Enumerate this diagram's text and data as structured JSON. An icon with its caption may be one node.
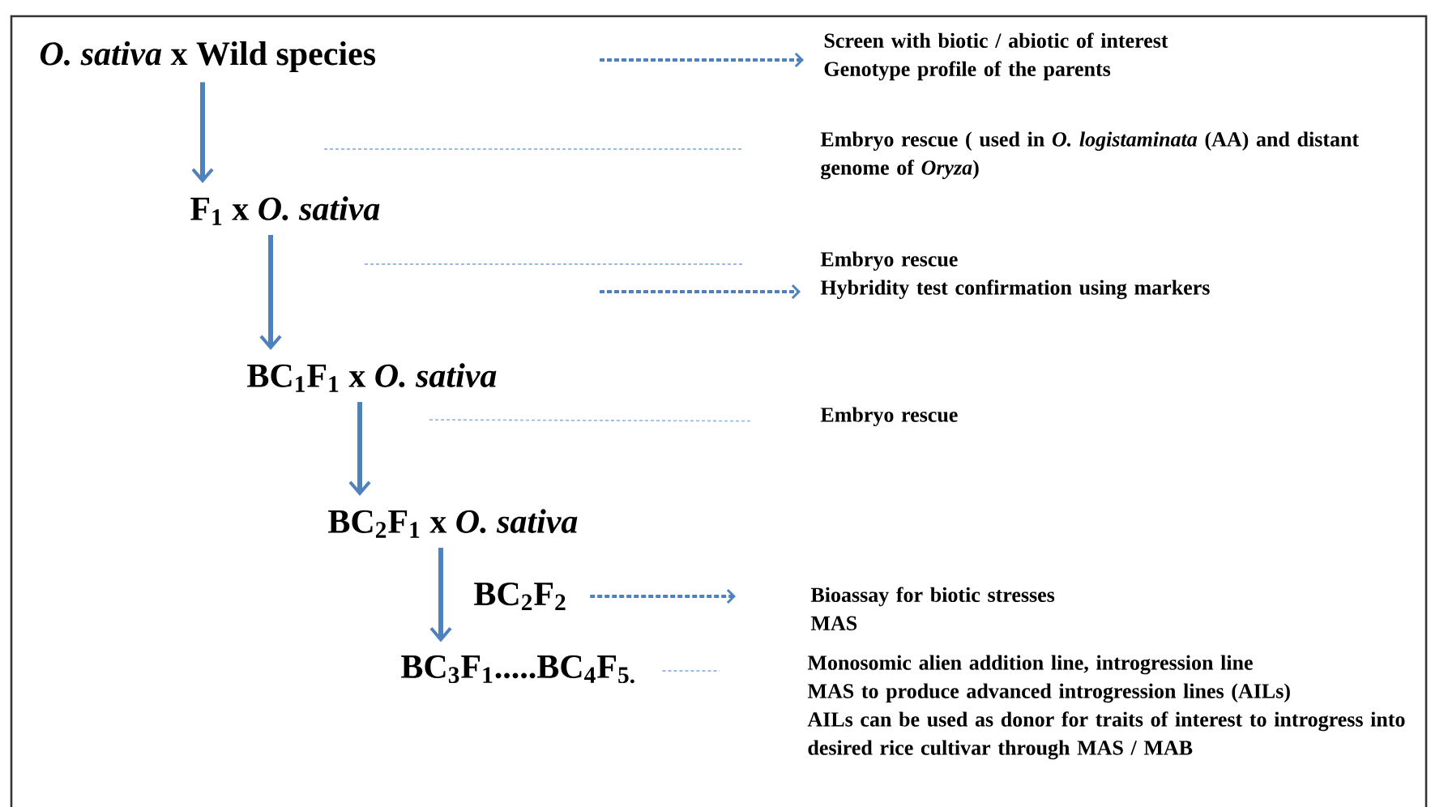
{
  "diagram": {
    "nodes": [
      {
        "text": [
          "*O. sativa* x Wild species"
        ]
      },
      {
        "text": [
          "F$_{1}$ x *O. sativa*"
        ]
      },
      {
        "text": [
          "BC$_{1}$F$_{1}$ x *O. sativa*"
        ]
      },
      {
        "text": [
          "BC$_{2}$F$_{1}$ x *O. sativa*"
        ]
      },
      {
        "text": [
          "BC$_{2}$F$_{2}$"
        ]
      },
      {
        "text": [
          "BC$_{3}$F$_{1}$.....BC$_{4}$F$_{5.}$"
        ]
      },
      {
        "text": [
          "Screen with biotic / abiotic of interest",
          "Genotype profile of the parents"
        ]
      },
      {
        "text": [
          "Embryo rescue ( used in *O. logistaminata* (AA) and distant genome of *Oryza*)"
        ]
      },
      {
        "text": [
          "Embryo rescue",
          "Hybridity test confirmation using markers"
        ]
      },
      {
        "text": [
          "Embryo rescue"
        ]
      },
      {
        "text": [
          "Bioassay for biotic stresses",
          "MAS"
        ]
      },
      {
        "text": [
          "Monosomic alien addition line, introgression line",
          "MAS to produce advanced introgression lines (AILs)",
          "AILs can be used as donor for traits of interest to introgress into desired rice cultivar through MAS / MAB"
        ]
      }
    ],
    "edges": [
      {
        "from": 0,
        "to": 1,
        "arrow": "to"
      },
      {
        "from": 1,
        "to": 2,
        "arrow": "to"
      },
      {
        "from": 2,
        "to": 3,
        "arrow": "to"
      },
      {
        "from": 3,
        "to": 5,
        "arrow": "to"
      },
      {
        "from": null,
        "to": 6,
        "arrow": "to",
        "style": "dashed"
      },
      {
        "from": null,
        "to": 7,
        "arrow": "none",
        "style": "dashed",
        "color": "#9dbbe0"
      },
      {
        "from": null,
        "to": 8,
        "arrow": "none",
        "style": "dashed",
        "color": "#9dbbe0"
      },
      {
        "from": null,
        "to": 8,
        "arrow": "to",
        "style": "dashed"
      },
      {
        "from": 2,
        "to": 9,
        "arrow": "none",
        "style": "dashed",
        "color": "#9dbbe0"
      },
      {
        "from": 4,
        "to": 10,
        "arrow": "to",
        "style": "dashed"
      },
      {
        "from": 5,
        "to": 11,
        "arrow": "none",
        "style": "dashed",
        "color": "#9dbbe0"
      }
    ]
  }
}
